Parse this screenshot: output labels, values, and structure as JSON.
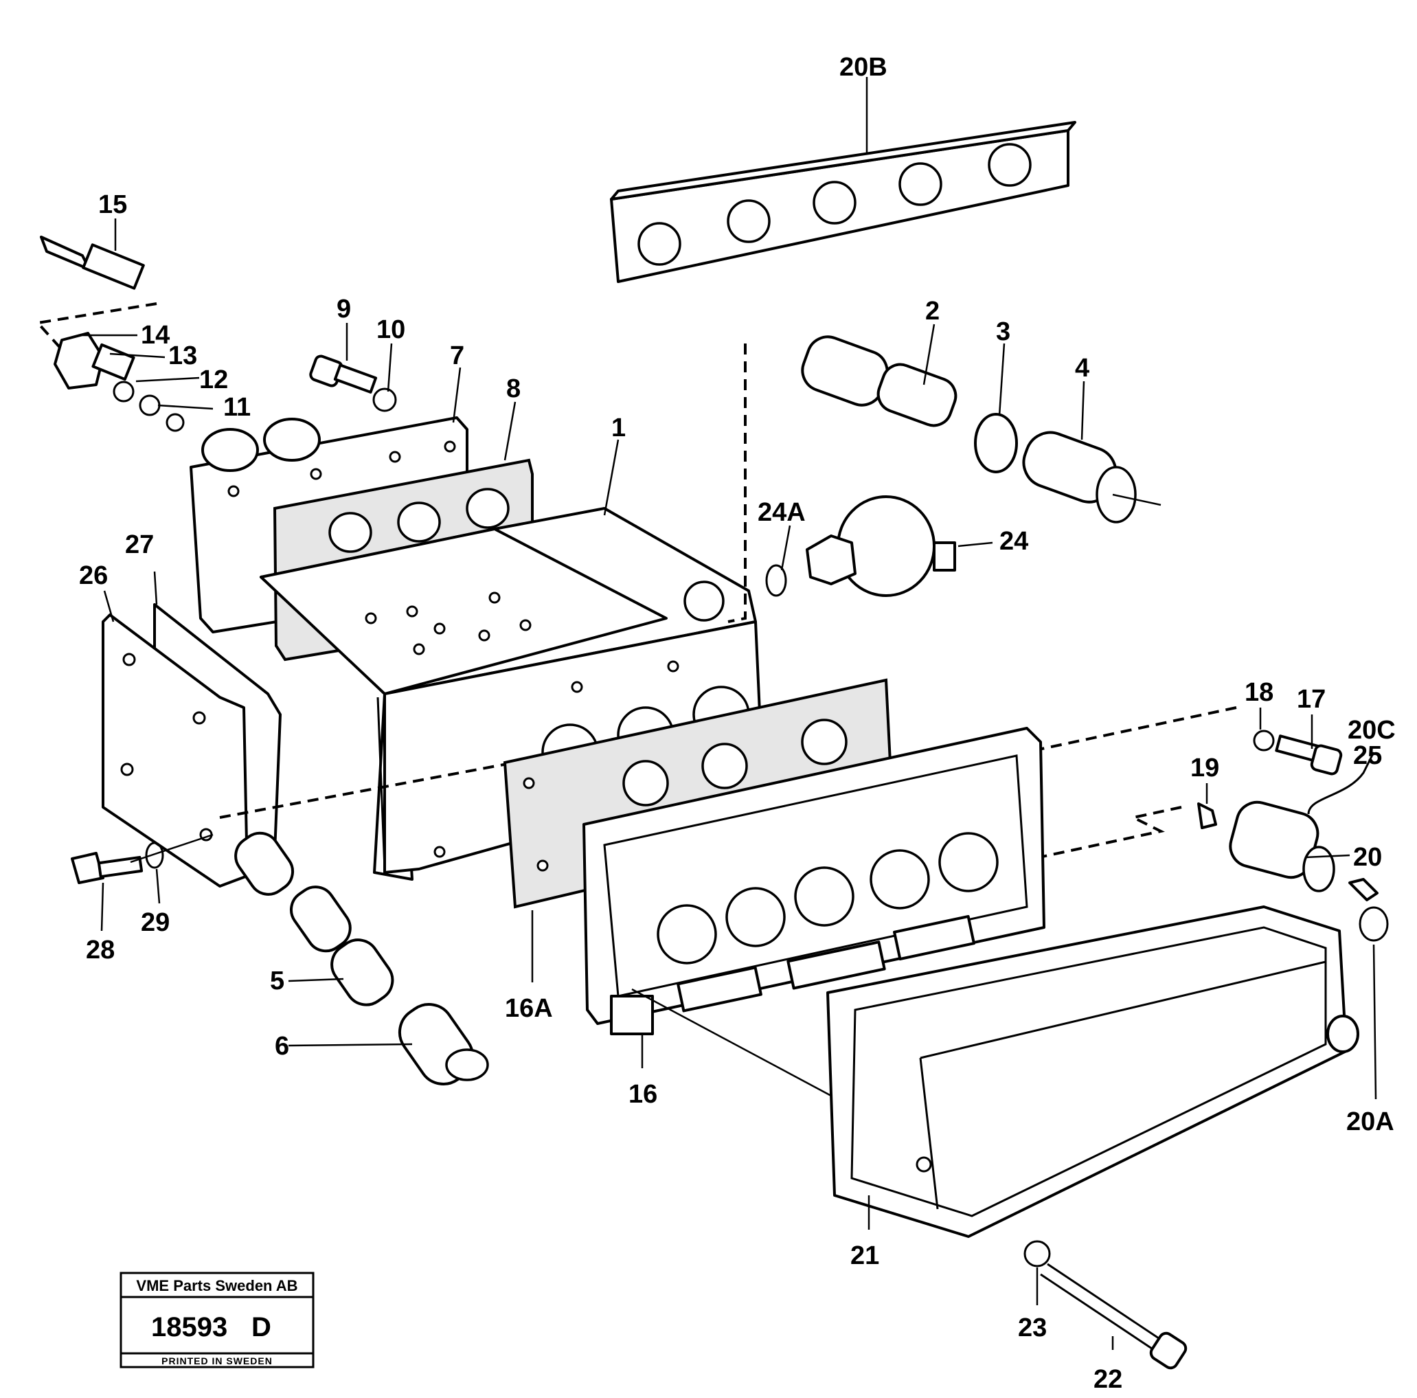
{
  "labels": {
    "l1": "1",
    "l2": "2",
    "l3": "3",
    "l4": "4",
    "l5": "5",
    "l6": "6",
    "l7": "7",
    "l8": "8",
    "l9": "9",
    "l10": "10",
    "l11": "11",
    "l12": "12",
    "l13": "13",
    "l14": "14",
    "l15": "15",
    "l16": "16",
    "l16a": "16A",
    "l17": "17",
    "l18": "18",
    "l19": "19",
    "l20": "20",
    "l20a": "20A",
    "l20b": "20B",
    "l20c": "20C",
    "l21": "21",
    "l22": "22",
    "l23": "23",
    "l24": "24",
    "l24a": "24A",
    "l25": "25",
    "l26": "26",
    "l27": "27",
    "l28": "28",
    "l29": "29"
  },
  "stamp": {
    "company": "VME Parts Sweden AB",
    "number": "18593",
    "suffix": "D",
    "footer": "PRINTED IN SWEDEN"
  }
}
